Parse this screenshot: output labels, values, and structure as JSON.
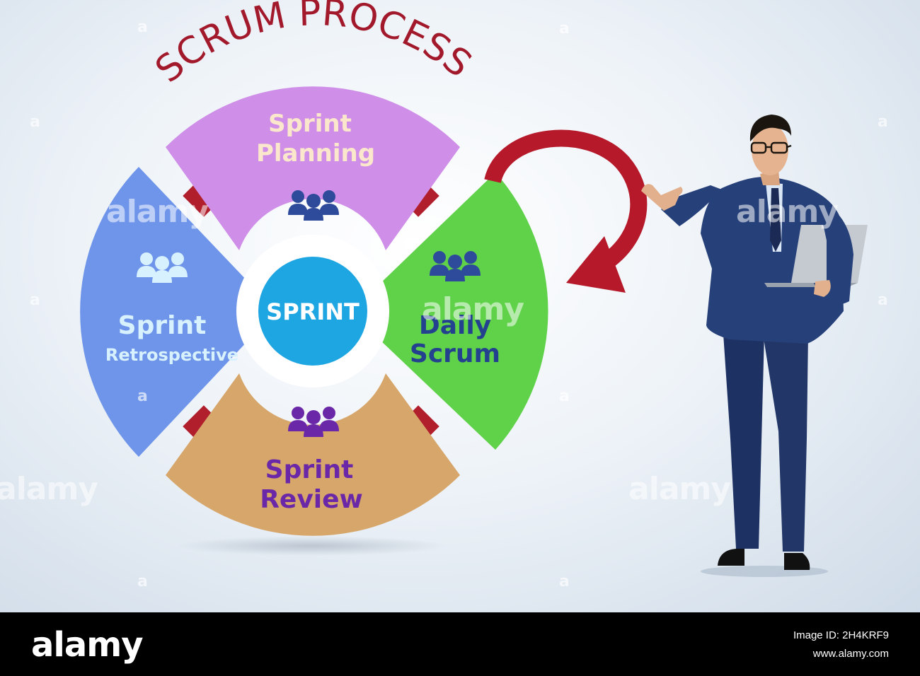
{
  "title": "SCRUM PROCESS",
  "center": "SPRINT",
  "segments": {
    "planning": {
      "line1": "Sprint",
      "line2": "Planning"
    },
    "daily": {
      "line1": "Daily",
      "line2": "Scrum"
    },
    "review": {
      "line1": "Sprint",
      "line2": "Review"
    },
    "retro": {
      "line1": "Sprint",
      "line2": "Retrospective"
    }
  },
  "icons": {
    "planning": "people-group-icon",
    "daily": "people-group-icon",
    "review": "people-group-icon",
    "retro": "people-group-icon"
  },
  "colors": {
    "title": "#a3192c",
    "planning": "#cf8fe8",
    "daily": "#5fd24a",
    "review": "#d6a66a",
    "retro": "#6e95ea",
    "center": "#1ea6e3",
    "connector": "#b11e2c",
    "arrow": "#b5192a"
  },
  "watermark": "alamy",
  "footer": {
    "logo": "alamy",
    "image_id": "Image ID: 2H4KRF9",
    "site": "www.alamy.com"
  }
}
